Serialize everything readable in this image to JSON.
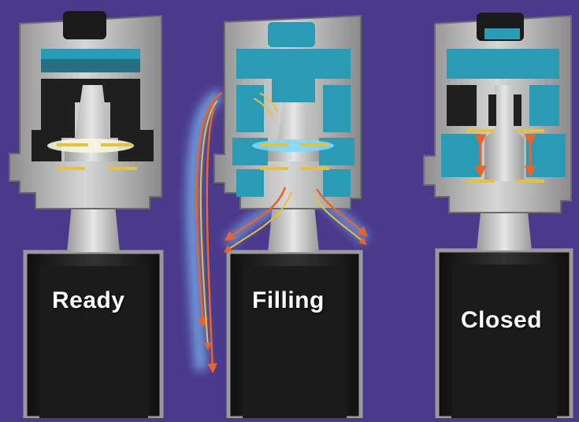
{
  "stages": [
    {
      "label": "Ready"
    },
    {
      "label": "Filling"
    },
    {
      "label": "Closed"
    }
  ],
  "colors": {
    "background": "#4b3a8c",
    "valve_body": "#c9c9c9",
    "cavity": "#2a2a2a",
    "fluid": "#2a9bb5",
    "seal": "#e6c23a",
    "flow_arrow": "#e8642a",
    "flow_glow": "#7fc4ff",
    "bottle": "#1e1e1e"
  },
  "icons": [
    "flow-arrow-icon",
    "pressure-arrow-icon"
  ]
}
